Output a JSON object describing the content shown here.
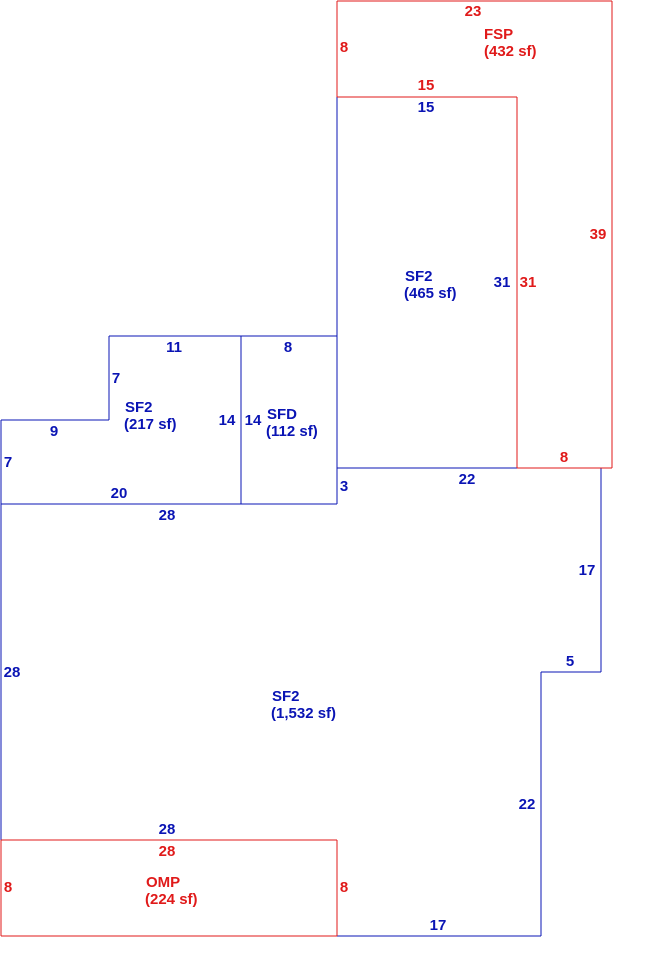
{
  "colors": {
    "living": "#0a14b4",
    "porch": "#e01a1a"
  },
  "areas": [
    {
      "code": "FSP",
      "area": "(432 sf)",
      "color": "porch"
    },
    {
      "code": "SF2",
      "area": "(465 sf)",
      "color": "living"
    },
    {
      "code": "SF2",
      "area": "(217 sf)",
      "color": "living"
    },
    {
      "code": "SFD",
      "area": "(112 sf)",
      "color": "living"
    },
    {
      "code": "SF2",
      "area": "(1,532 sf)",
      "color": "living"
    },
    {
      "code": "OMP",
      "area": "(224 sf)",
      "color": "porch"
    }
  ],
  "dimensions": {
    "fsp_top": "23",
    "fsp_left": "8",
    "fsp_bottom": "15",
    "fsp_inner": "31",
    "fsp_right": "39",
    "fsp_notch": "8",
    "sf2_upper_top": "15",
    "sf2_upper_right": "31",
    "sf2_upper_bottom": "22",
    "sf2_left_top": "11",
    "sf2_left_step": "7",
    "sf2_left_ledge": "9",
    "sf2_left_side": "7",
    "sf2_left_right": "14",
    "sf2_left_bottom": "20",
    "sfd_top": "8",
    "sfd_left": "14",
    "sfd_right": "3",
    "main_top": "28",
    "main_left": "28",
    "main_right_upper": "17",
    "main_jog": "5",
    "main_right_lower": "22",
    "main_bottom": "17",
    "main_above_omp": "28",
    "omp_top": "28",
    "omp_left": "8",
    "omp_right": "8"
  }
}
